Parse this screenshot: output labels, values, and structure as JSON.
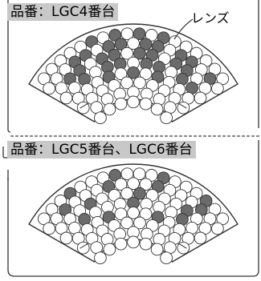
{
  "panels": [
    {
      "label": "品番：LGC4番台",
      "lens_callout": "レンズ"
    },
    {
      "label": "品番：LGC5番台、LGC6番台"
    }
  ],
  "colors": {
    "label_bg": "#c8c8c8",
    "lens_dark": "#6b6b6b",
    "lens_light": "#ffffff",
    "outline": "#333333",
    "divider": "#888888"
  }
}
